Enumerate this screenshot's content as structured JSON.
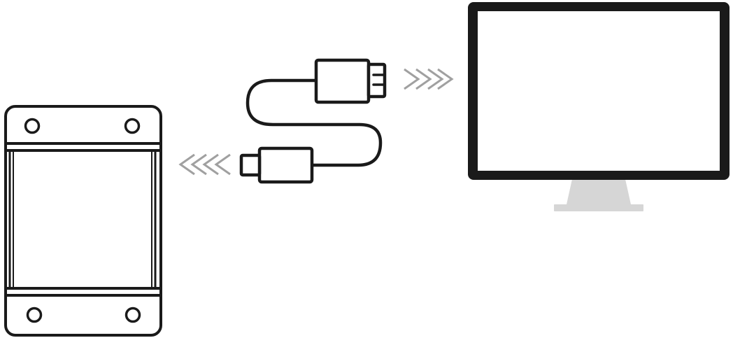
{
  "diagram": {
    "nodes": [
      {
        "id": "device",
        "icon": "mounting-plate-device-icon"
      },
      {
        "id": "cable",
        "icon": "usb-cable-icon"
      },
      {
        "id": "monitor",
        "icon": "computer-monitor-icon"
      }
    ],
    "edges": [
      {
        "from": "cable",
        "to": "device",
        "icon": "chevron-arrows-left-icon"
      },
      {
        "from": "cable",
        "to": "monitor",
        "icon": "chevron-arrows-right-icon"
      }
    ]
  },
  "colors": {
    "line": "#1a1a1a",
    "arrow": "#a0a0a0",
    "monitor_stand": "#d6d6d6",
    "background": "#ffffff"
  }
}
